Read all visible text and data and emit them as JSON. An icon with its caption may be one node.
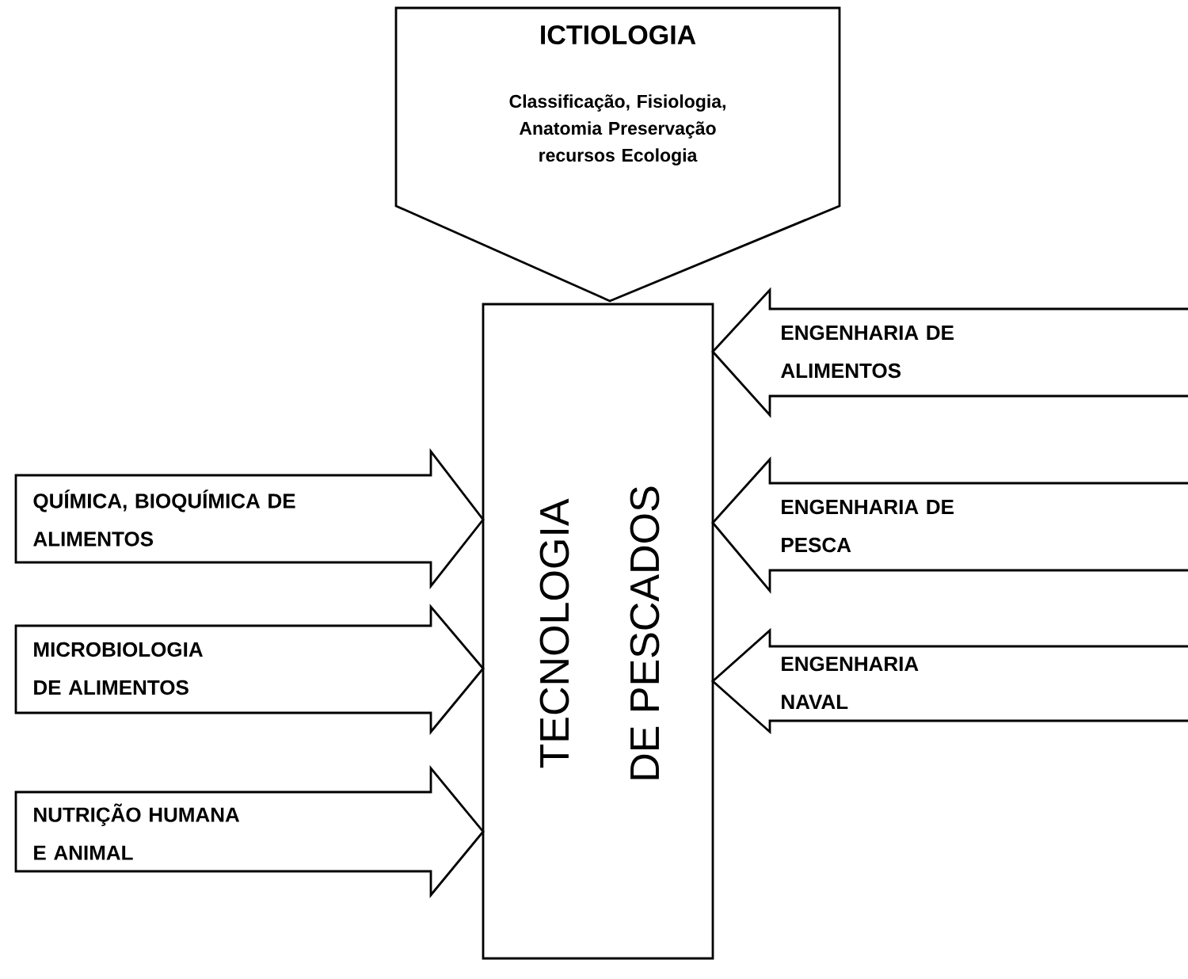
{
  "diagram": {
    "nodes": [
      {
        "text": [
          "ICTIOLOGIA",
          "Classificação, Fisiologia, Anatomia Preservação recursos Ecologia"
        ]
      },
      {
        "text": [
          "TECNOLOGIA",
          "DE PESCADOS"
        ]
      },
      {
        "text": [
          "ENGENHARIA DE ALIMENTOS"
        ]
      },
      {
        "text": [
          "QUÍMICA, BIOQUÍMICA DE ALIMENTOS"
        ]
      },
      {
        "text": [
          "ENGENHARIA DE PESCA"
        ]
      },
      {
        "text": [
          "MICROBIOLOGIA DE ALIMENTOS"
        ]
      },
      {
        "text": [
          "ENGENHARIA NAVAL"
        ]
      },
      {
        "text": [
          "NUTRIÇÃO HUMANA E ANIMAL"
        ]
      }
    ]
  }
}
